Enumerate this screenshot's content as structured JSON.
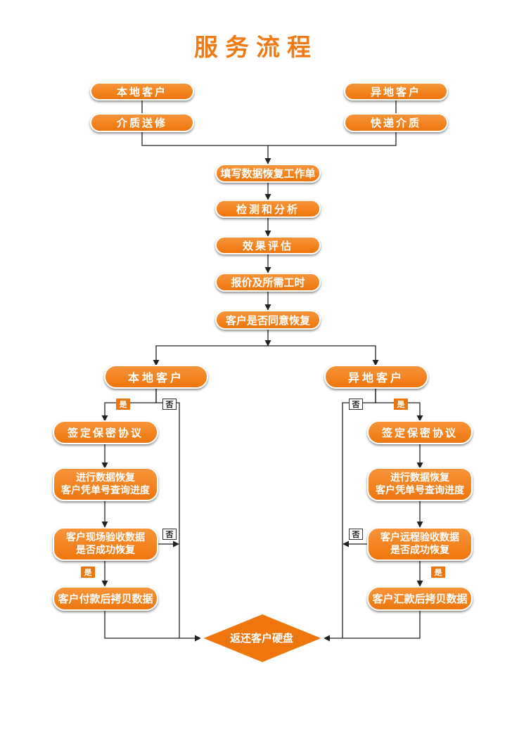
{
  "title": "服务流程",
  "top": {
    "local_customer": "本地客户",
    "local_method": "介质送修",
    "remote_customer": "异地客户",
    "remote_method": "快递介质"
  },
  "steps": [
    "填写数据恢复工作单",
    "检测和分析",
    "效果评估",
    "报价及所需工时",
    "客户是否同意恢复"
  ],
  "local_branch": {
    "title": "本地客户",
    "agreement": "签定保密协议",
    "recover_line1": "进行数据恢复",
    "recover_line2": "客户凭单号查询进度",
    "check_line1": "客户现场验收数据",
    "check_line2": "是否成功恢复",
    "pay_copy": "客户付款后拷贝数据"
  },
  "remote_branch": {
    "title": "异地客户",
    "agreement": "签定保密协议",
    "recover_line1": "进行数据恢复",
    "recover_line2": "客户凭单号查询进度",
    "check_line1": "客户远程验收数据",
    "check_line2": "是否成功恢复",
    "pay_copy": "客户汇款后拷贝数据"
  },
  "labels": {
    "yes": "是",
    "no": "否"
  },
  "end": "返还客户硬盘",
  "colors": {
    "accent": "#ee760c",
    "title": "#f07a16",
    "line": "#222222"
  }
}
